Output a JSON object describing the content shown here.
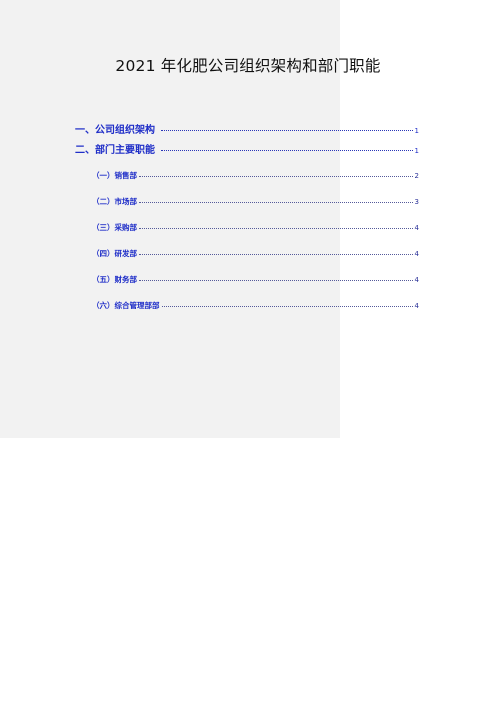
{
  "document": {
    "title": "2021 年化肥公司组织架构和部门职能"
  },
  "toc": {
    "level1": [
      {
        "label": "一、公司组织架构",
        "page": "1"
      },
      {
        "label": "二、部门主要职能",
        "page": "1"
      }
    ],
    "level2": [
      {
        "label": "（一）销售部",
        "page": "2"
      },
      {
        "label": "（二）市场部",
        "page": "3"
      },
      {
        "label": "（三）采购部",
        "page": "4"
      },
      {
        "label": "（四）研发部",
        "page": "4"
      },
      {
        "label": "（五）财务部",
        "page": "4"
      },
      {
        "label": "（六）综合管理部部",
        "page": "4"
      }
    ]
  }
}
